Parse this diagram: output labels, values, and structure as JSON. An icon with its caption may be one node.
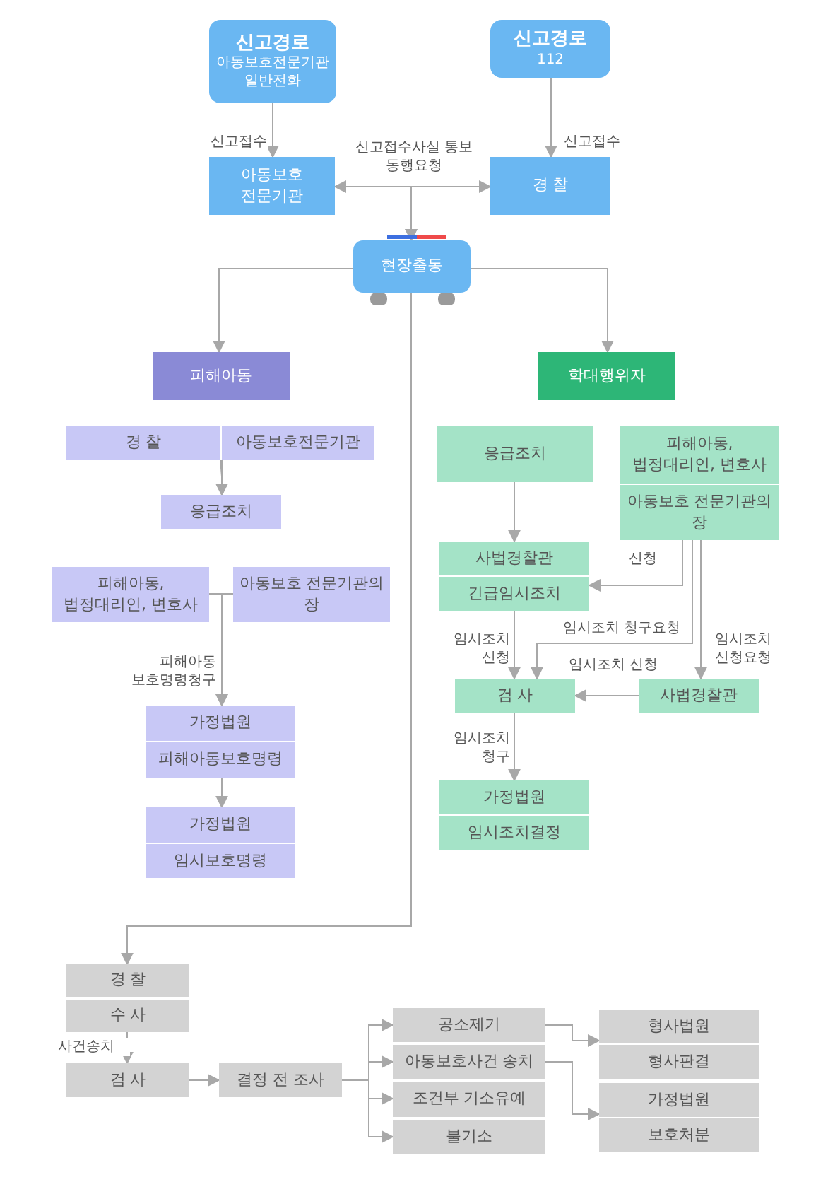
{
  "diagram": {
    "nodes": [
      {
        "text": [
          "신고경로",
          "아동보호전문기관 일반전화"
        ]
      },
      {
        "text": [
          "신고경로",
          "112"
        ]
      },
      {
        "text": [
          "아동보호 전문기관"
        ]
      },
      {
        "text": [
          "경 찰"
        ]
      },
      {
        "text": [
          "현장출동"
        ]
      },
      {
        "text": [
          "피해아동"
        ]
      },
      {
        "text": [
          "학대행위자"
        ]
      },
      {
        "text": [
          "경 찰"
        ]
      },
      {
        "text": [
          "아동보호전문기관"
        ]
      },
      {
        "text": [
          "응급조치"
        ]
      },
      {
        "text": [
          "피해아동, 법정대리인, 변호사"
        ]
      },
      {
        "text": [
          "아동보호 전문기관의 장"
        ]
      },
      {
        "text": [
          "가정법원"
        ]
      },
      {
        "text": [
          "피해아동보호명령"
        ]
      },
      {
        "text": [
          "가정법원"
        ]
      },
      {
        "text": [
          "임시보호명령"
        ]
      },
      {
        "text": [
          "응급조치"
        ]
      },
      {
        "text": [
          "피해아동, 법정대리인, 변호사"
        ]
      },
      {
        "text": [
          "아동보호 전문기관의 장"
        ]
      },
      {
        "text": [
          "사법경찰관"
        ]
      },
      {
        "text": [
          "긴급임시조치"
        ]
      },
      {
        "text": [
          "검 사"
        ]
      },
      {
        "text": [
          "사법경찰관"
        ]
      },
      {
        "text": [
          "가정법원"
        ]
      },
      {
        "text": [
          "임시조치결정"
        ]
      },
      {
        "text": [
          "경 찰"
        ]
      },
      {
        "text": [
          "수 사"
        ]
      },
      {
        "text": [
          "검 사"
        ]
      },
      {
        "text": [
          "결정 전 조사"
        ]
      },
      {
        "text": [
          "공소제기"
        ]
      },
      {
        "text": [
          "아동보호사건 송치"
        ]
      },
      {
        "text": [
          "조건부 기소유예"
        ]
      },
      {
        "text": [
          "불기소"
        ]
      },
      {
        "text": [
          "형사법원"
        ]
      },
      {
        "text": [
          "형사판결"
        ]
      },
      {
        "text": [
          "가정법원"
        ]
      },
      {
        "text": [
          "보호처분"
        ]
      }
    ],
    "edges": [
      {
        "from": 0,
        "to": 2,
        "arrow": "to",
        "label": "신고접수"
      },
      {
        "from": 1,
        "to": 3,
        "arrow": "to",
        "label": "신고접수"
      },
      {
        "from": 2,
        "to": 3,
        "arrow": "both",
        "label": "신고접수사실 통보 동행요청"
      },
      {
        "from": 2,
        "to": 4,
        "arrow": "to"
      },
      {
        "from": 3,
        "to": 4,
        "arrow": "to"
      },
      {
        "from": 4,
        "to": 5,
        "arrow": "to"
      },
      {
        "from": 4,
        "to": 6,
        "arrow": "to"
      },
      {
        "from": 4,
        "to": 25,
        "arrow": "to"
      },
      {
        "from": 7,
        "to": 9,
        "arrow": "to"
      },
      {
        "from": 8,
        "to": 9,
        "arrow": "to"
      },
      {
        "from": 10,
        "to": 12,
        "arrow": "to",
        "label": "피해아동 보호명령청구"
      },
      {
        "from": 11,
        "to": 12,
        "arrow": "to"
      },
      {
        "from": 13,
        "to": 14,
        "arrow": "to"
      },
      {
        "from": 16,
        "to": 19,
        "arrow": "to"
      },
      {
        "from": 18,
        "to": 20,
        "arrow": "to",
        "label": "신청"
      },
      {
        "from": 18,
        "to": 21,
        "arrow": "to",
        "label": "임시조치 청구요청"
      },
      {
        "from": 18,
        "to": 22,
        "arrow": "to",
        "label": "임시조치 신청요청"
      },
      {
        "from": 20,
        "to": 21,
        "arrow": "to",
        "label": "임시조치 신청"
      },
      {
        "from": 22,
        "to": 21,
        "arrow": "to",
        "label": "임시조치 신청"
      },
      {
        "from": 21,
        "to": 23,
        "arrow": "to",
        "label": "임시조치 청구"
      },
      {
        "from": 26,
        "to": 27,
        "arrow": "to",
        "label": "사건송치"
      },
      {
        "from": 27,
        "to": 28,
        "arrow": "to"
      },
      {
        "from": 28,
        "to": 29,
        "arrow": "to"
      },
      {
        "from": 28,
        "to": 30,
        "arrow": "to"
      },
      {
        "from": 28,
        "to": 31,
        "arrow": "to"
      },
      {
        "from": 28,
        "to": 32,
        "arrow": "to"
      },
      {
        "from": 29,
        "to": 33,
        "arrow": "to"
      },
      {
        "from": 30,
        "to": 35,
        "arrow": "to"
      }
    ]
  }
}
